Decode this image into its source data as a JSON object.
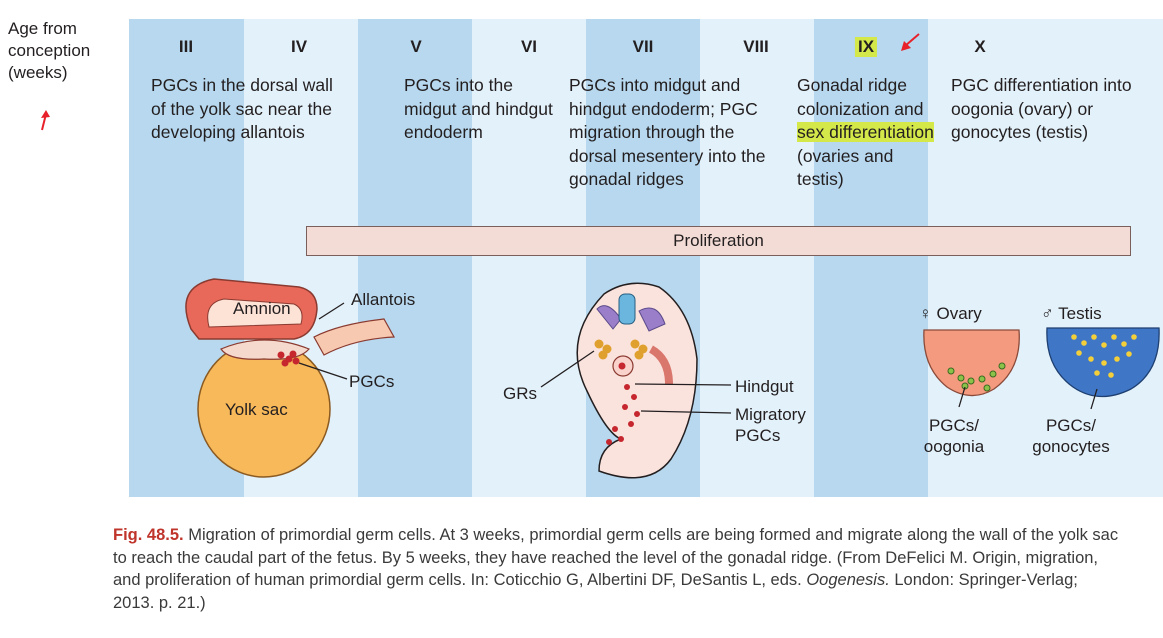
{
  "age_label": "Age from conception (weeks)",
  "weeks": [
    "III",
    "IV",
    "V",
    "VI",
    "VII",
    "VIII",
    "IX",
    "X"
  ],
  "highlighted_week": "IX",
  "stages": [
    {
      "text": "PGCs in the dorsal wall of the yolk sac near the developing allantois"
    },
    {
      "text": "PGCs into the midgut and hindgut endoderm"
    },
    {
      "text": "PGCs into midgut and hindgut endoderm; PGC migration through the dorsal mesentery into the gonadal ridges"
    },
    {
      "text_before": "Gonadal ridge colonization and ",
      "highlight": "sex differentiation",
      "text_after": " (ovaries and testis)"
    },
    {
      "text": "PGC differentiation into oogonia (ovary) or gonocytes (testis)"
    }
  ],
  "proliferation_label": "Proliferation",
  "labels": {
    "amnion": "Amnion",
    "allantois": "Allantois",
    "yolk_sac": "Yolk sac",
    "pgcs": "PGCs",
    "grs": "GRs",
    "hindgut": "Hindgut",
    "migratory_pgcs": "Migratory PGCs",
    "ovary": "♀ Ovary",
    "testis": "♂ Testis",
    "pgcs_oogonia": "PGCs/ oogonia",
    "pgcs_gonocytes": "PGCs/ gonocytes"
  },
  "caption": {
    "fig_number": "Fig. 48.5.",
    "text": " Migration of primordial germ cells. At 3 weeks, primordial germ cells are being formed and migrate along the wall of the yolk sac to reach the caudal part of the fetus. By 5 weeks, they have reached the level of the gonadal ridge. (From DeFelici M. Origin, migration, and proliferation of human primordial germ cells. In: Coticchio G, Albertini DF, DeSantis L, eds. ",
    "italic": "Oogenesis.",
    "text_end": " London: Springer-Verlag; 2013. p. 21.)"
  },
  "colors": {
    "band_dark": "#b7d8ee",
    "band_light": "#e3f1fa",
    "highlight": "#d4e84a",
    "annotation_arrow": "#e8202a",
    "fig_number": "#c0352b"
  }
}
